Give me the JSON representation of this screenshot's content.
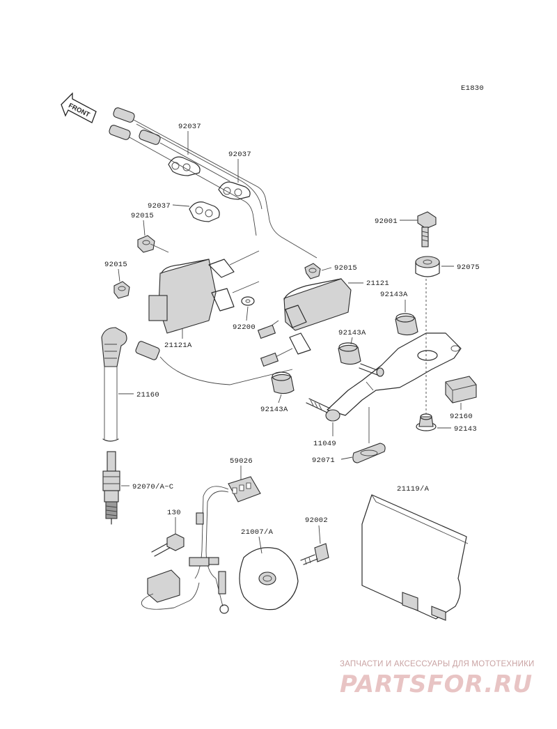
{
  "diagram_code": "E1830",
  "front_arrow": "FRONT",
  "parts": {
    "p92037a": "92037",
    "p92037b": "92037",
    "p92037c": "92037",
    "p92015a": "92015",
    "p92015b": "92015",
    "p92015c": "92015",
    "p92001": "92001",
    "p92075": "92075",
    "p21121": "21121",
    "p92143Aa": "92143A",
    "p92143Ab": "92143A",
    "p92143Ac": "92143A",
    "p92200": "92200",
    "p21121A": "21121A",
    "p21160": "21160",
    "p92160": "92160",
    "p92143": "92143",
    "p11049": "11049",
    "p92071": "92071",
    "p59026": "59026",
    "p92070": "92070/A~C",
    "p21119": "21119/A",
    "p130": "130",
    "p21007": "21007/A",
    "p92002": "92002"
  },
  "watermark": {
    "subtitle": "ЗАПЧАСТИ И АКСЕССУАРЫ ДЛЯ МОТОТЕХНИКИ",
    "logo": "PARTSFOR.RU"
  }
}
